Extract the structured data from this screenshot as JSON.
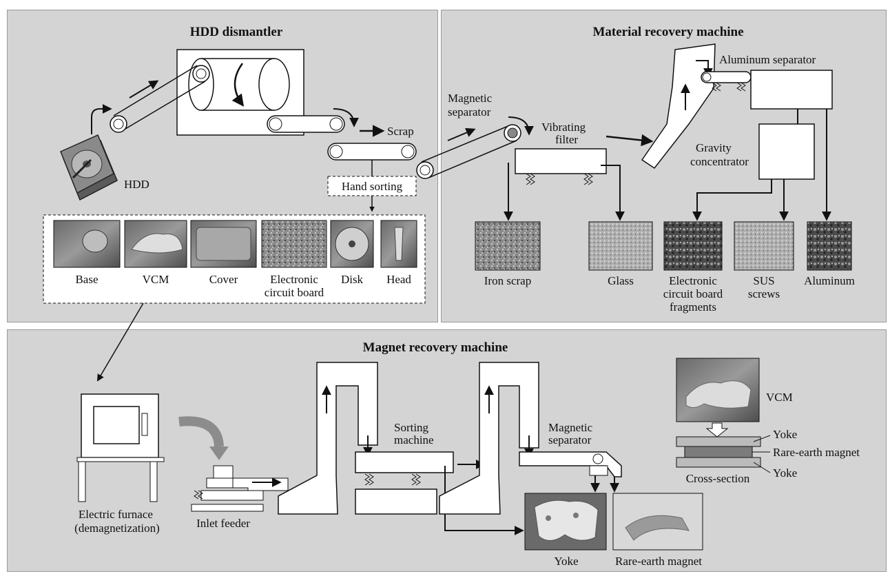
{
  "panels": {
    "hdd_dismantler": {
      "title": "HDD dismantler",
      "hdd_label": "HDD",
      "scrap_label": "Scrap",
      "hand_sorting_label": "Hand sorting",
      "parts": [
        {
          "label_lines": [
            "Base"
          ],
          "photo": "base-photo"
        },
        {
          "label_lines": [
            "VCM"
          ],
          "photo": "vcm-photo"
        },
        {
          "label_lines": [
            "Cover"
          ],
          "photo": "cover-photo"
        },
        {
          "label_lines": [
            "Electronic",
            "circuit board"
          ],
          "photo": "circuit-board-photo"
        },
        {
          "label_lines": [
            "Disk"
          ],
          "photo": "disk-photo"
        },
        {
          "label_lines": [
            "Head"
          ],
          "photo": "head-photo"
        }
      ]
    },
    "material_recovery": {
      "title": "Material recovery machine",
      "magnetic_separator_lines": [
        "Magnetic",
        "separator"
      ],
      "vibrating_filter_lines": [
        "Vibrating",
        "filter"
      ],
      "aluminum_separator_label": "Aluminum separator",
      "gravity_concentrator_lines": [
        "Gravity",
        "concentrator"
      ],
      "outputs": [
        {
          "label_lines": [
            "Iron scrap"
          ]
        },
        {
          "label_lines": [
            "Glass"
          ]
        },
        {
          "label_lines": [
            "Electronic",
            "circuit board",
            "fragments"
          ]
        },
        {
          "label_lines": [
            "SUS",
            "screws"
          ]
        },
        {
          "label_lines": [
            "Aluminum"
          ]
        }
      ]
    },
    "magnet_recovery": {
      "title": "Magnet recovery machine",
      "furnace_lines": [
        "Electric furnace",
        "(demagnetization)"
      ],
      "inlet_feeder_label": "Inlet feeder",
      "sorting_machine_lines": [
        "Sorting",
        "machine"
      ],
      "magnetic_separator_lines": [
        "Magnetic",
        "separator"
      ],
      "yoke_output_label": "Yoke",
      "magnet_output_label": "Rare-earth magnet",
      "cross_section": {
        "vcm_label": "VCM",
        "yoke_top_label": "Yoke",
        "magnet_label": "Rare-earth magnet",
        "yoke_bottom_label": "Yoke",
        "caption": "Cross-section"
      }
    }
  }
}
